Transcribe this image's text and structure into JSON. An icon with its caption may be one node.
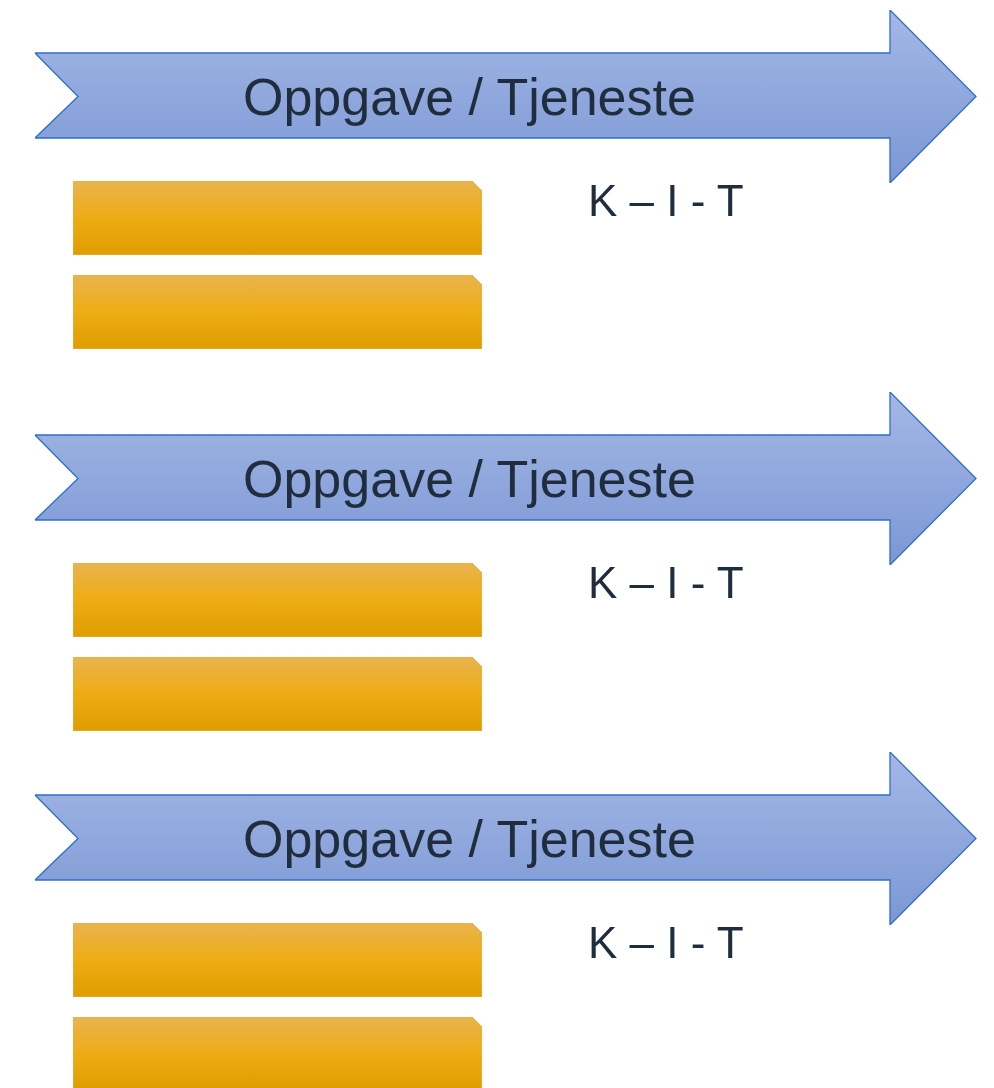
{
  "diagram": {
    "nodes": [
      {
        "text": [
          "Oppgave / Tjeneste"
        ]
      },
      {
        "text": [],
        "shape": "bar"
      },
      {
        "text": [],
        "shape": "bar"
      },
      {
        "text": [
          "Oppgave / Tjeneste"
        ]
      },
      {
        "text": [],
        "shape": "bar"
      },
      {
        "text": [],
        "shape": "bar"
      },
      {
        "text": [
          "Oppgave / Tjeneste"
        ]
      },
      {
        "text": [],
        "shape": "bar"
      },
      {
        "text": [],
        "shape": "bar"
      }
    ],
    "labels": [
      "K – I - T",
      "K – I - T",
      "K – I - T"
    ]
  }
}
